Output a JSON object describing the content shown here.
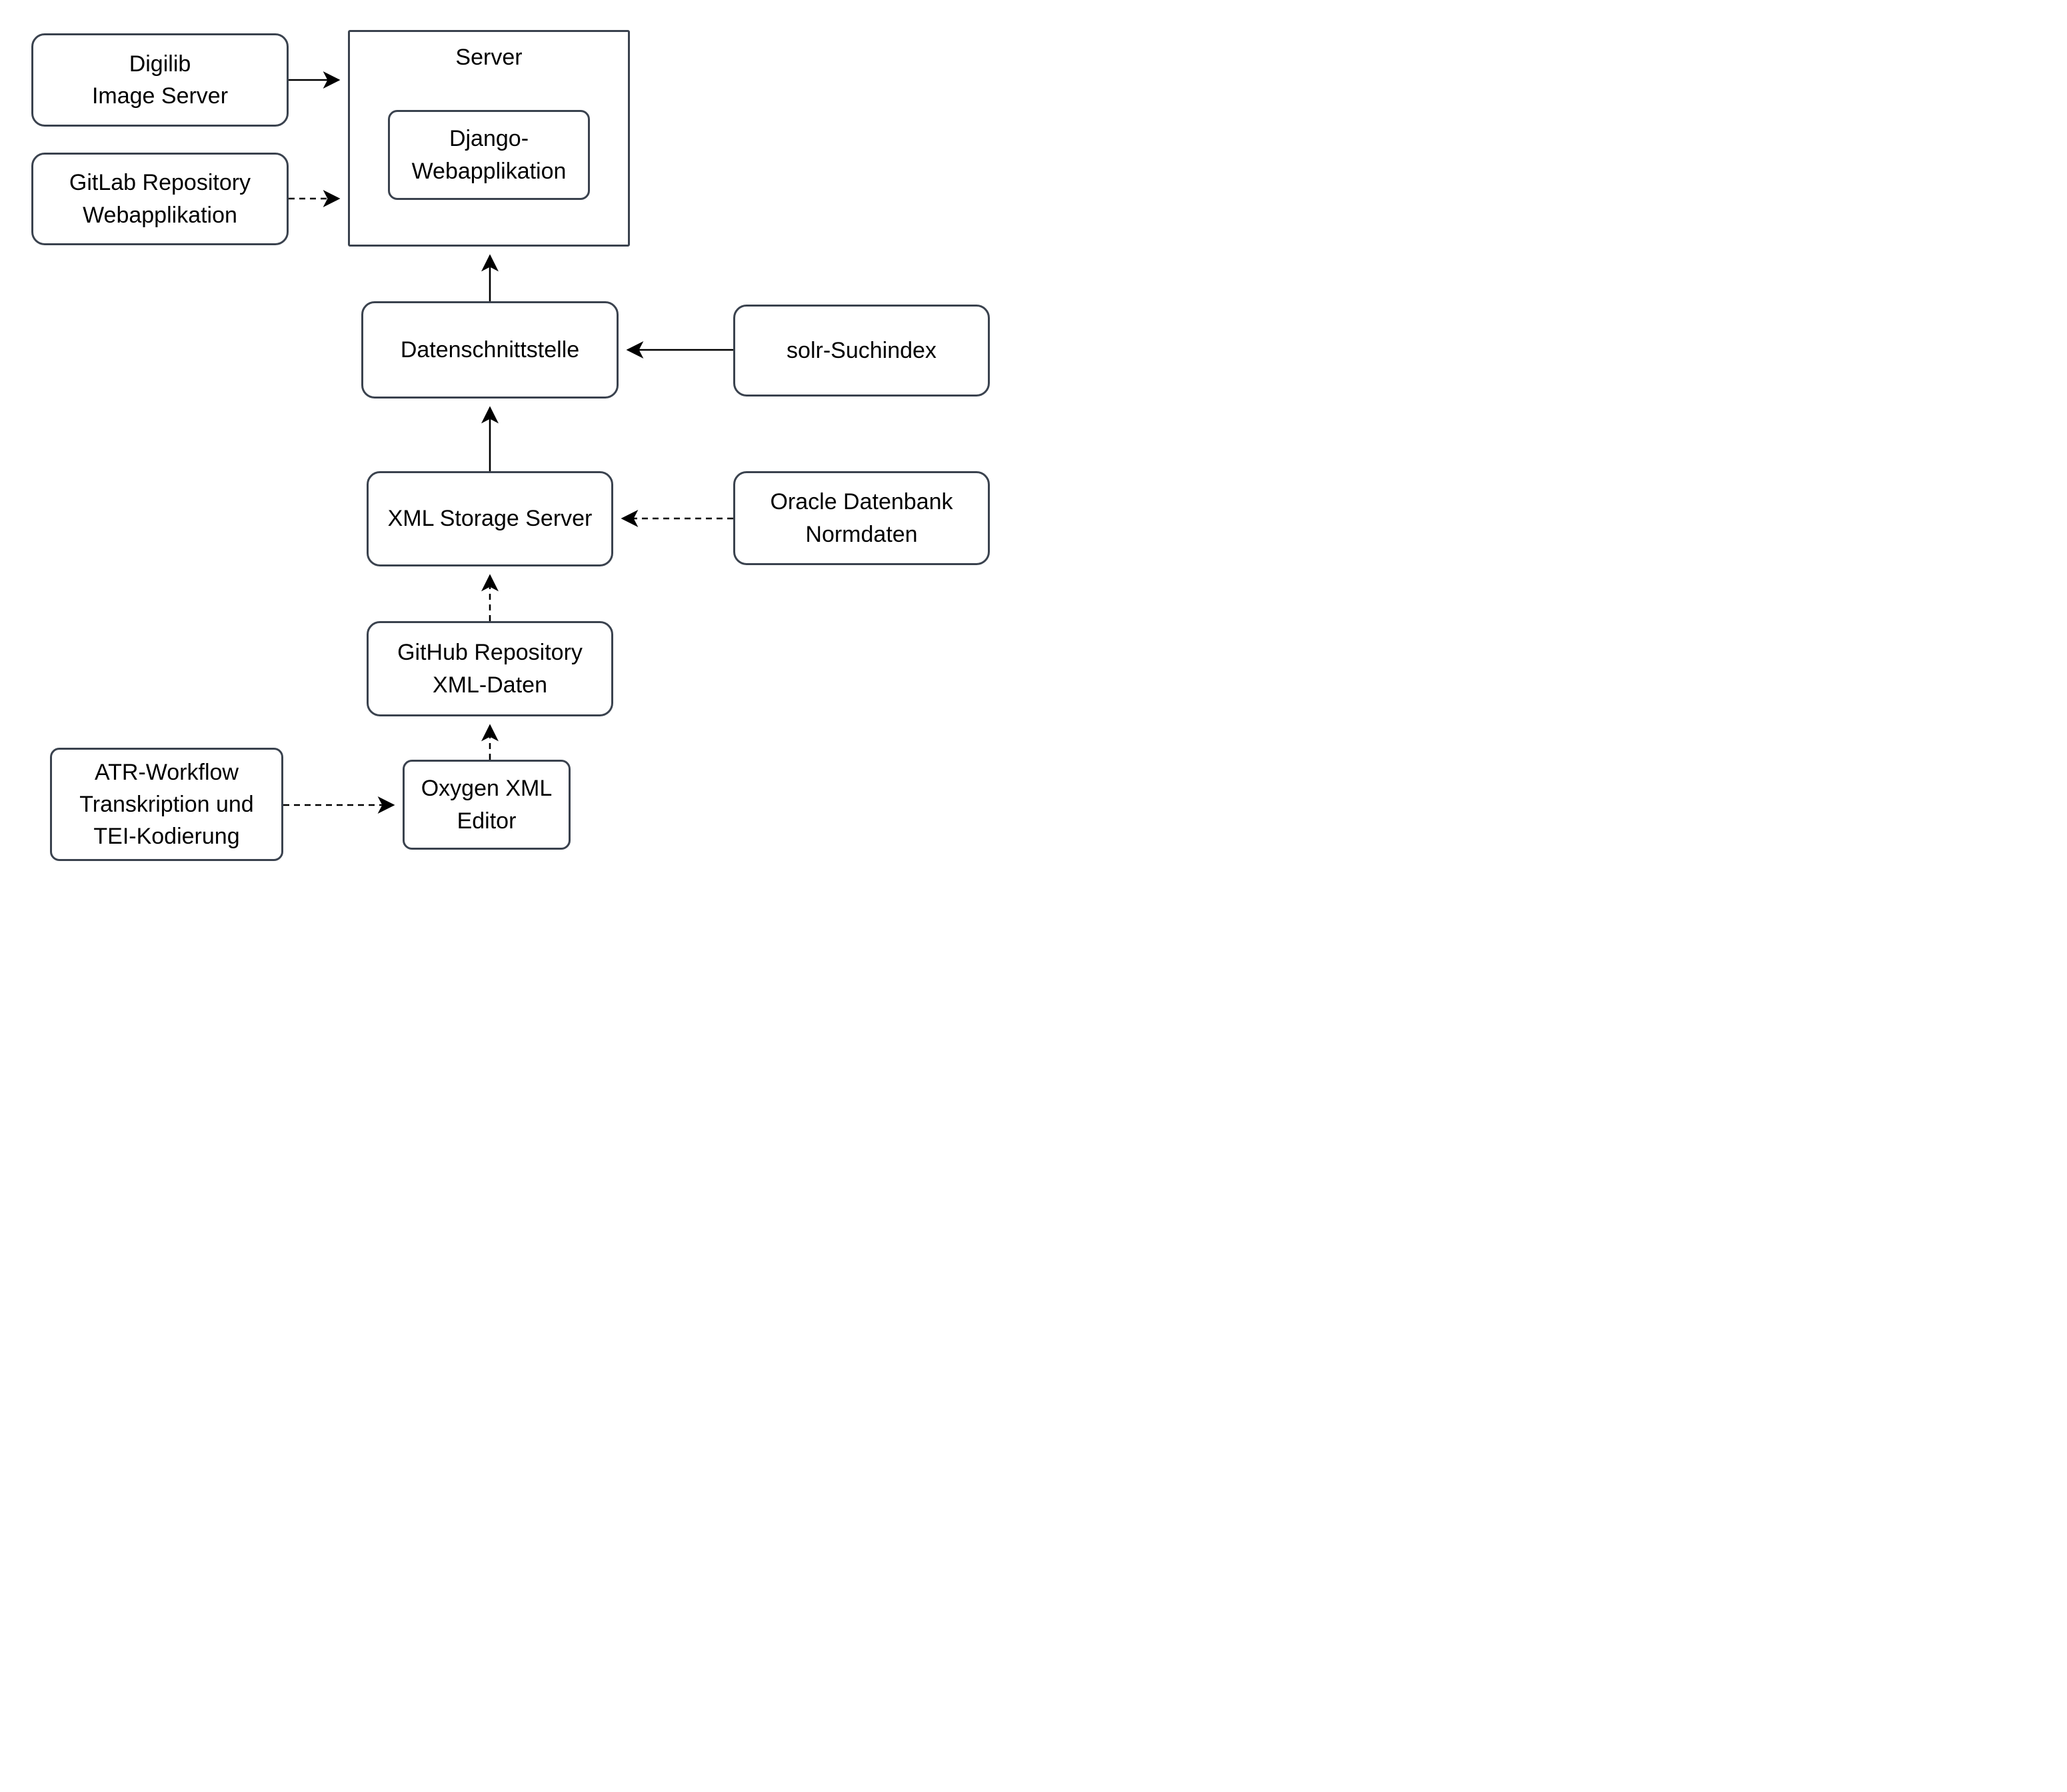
{
  "diagram": {
    "background_color": "#ffffff",
    "box_border_color": "#3a424e",
    "arrow_color": "#000000",
    "text_color": "#000000"
  },
  "nodes": {
    "digilib": {
      "lines": [
        "Digilib",
        "Image Server"
      ]
    },
    "gitlab": {
      "lines": [
        "GitLab Repository",
        "Webapplikation"
      ]
    },
    "server": {
      "title": "Server"
    },
    "django": {
      "lines": [
        "Django-",
        "Webapplikation"
      ]
    },
    "daten": {
      "lines": [
        "Datenschnittstelle"
      ]
    },
    "solr": {
      "lines": [
        "solr-Suchindex"
      ]
    },
    "xml": {
      "lines": [
        "XML Storage Server"
      ]
    },
    "oracle": {
      "lines": [
        "Oracle Datenbank",
        "Normdaten"
      ]
    },
    "github": {
      "lines": [
        "GitHub Repository",
        "XML-Daten"
      ]
    },
    "oxygen": {
      "lines": [
        "Oxygen XML",
        "Editor"
      ]
    },
    "atr": {
      "lines": [
        "ATR-Workflow",
        "Transkription und",
        "TEI-Kodierung"
      ]
    }
  },
  "edges": [
    {
      "from": "Digilib Image Server",
      "to": "Server",
      "style": "solid",
      "direction": "right"
    },
    {
      "from": "GitLab Repository Webapplikation",
      "to": "Server",
      "style": "dashed",
      "direction": "right"
    },
    {
      "from": "Datenschnittstelle",
      "to": "Server",
      "style": "solid",
      "direction": "up"
    },
    {
      "from": "solr-Suchindex",
      "to": "Datenschnittstelle",
      "style": "solid",
      "direction": "left"
    },
    {
      "from": "XML Storage Server",
      "to": "Datenschnittstelle",
      "style": "solid",
      "direction": "up"
    },
    {
      "from": "Oracle Datenbank Normdaten",
      "to": "XML Storage Server",
      "style": "dashed",
      "direction": "left"
    },
    {
      "from": "GitHub Repository XML-Daten",
      "to": "XML Storage Server",
      "style": "dashed",
      "direction": "up"
    },
    {
      "from": "Oxygen XML Editor",
      "to": "GitHub Repository XML-Daten",
      "style": "dashed",
      "direction": "up"
    },
    {
      "from": "ATR-Workflow Transkription und TEI-Kodierung",
      "to": "Oxygen XML Editor",
      "style": "dashed",
      "direction": "right"
    }
  ]
}
